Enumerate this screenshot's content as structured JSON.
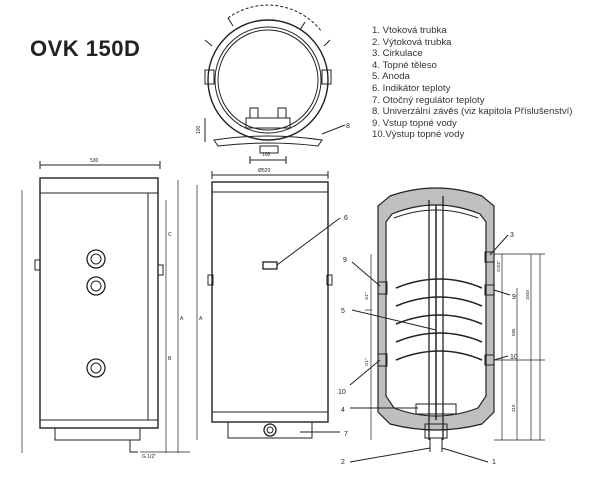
{
  "title": "OVK 150D",
  "legend": [
    "1.  Vtoková trubka",
    "2.  Výtoková trubka",
    "3.  Cirkulace",
    "4.  Topné těleso",
    "5.  Anoda",
    "6.  Indikátor teploty",
    "7.  Otočný regulátor teploty",
    "8.  Univerzální závěs (viz kapitola Příslušenství)",
    "9.  Vstup topné vody",
    "10.Výstup topné vody"
  ],
  "dimensions": {
    "top_depth": "100",
    "top_width": "100",
    "side_width": "530",
    "front_diameter": "Ø520",
    "side_left_letter_c": "C",
    "side_left_letter_b": "B",
    "side_left_letter_a": "A",
    "front_left_letter": "A",
    "pipe_thread": "G 1/2\"",
    "thread_upper": "G1\"",
    "thread_lower": "G1\"",
    "thread_circ": "G3/4\"",
    "right_dim_top": "1045",
    "right_dim_mid": "585",
    "right_dim_bot": "310"
  },
  "callouts": {
    "c1": "1",
    "c2": "2",
    "c3": "3",
    "c4": "4",
    "c5": "5",
    "c6": "6",
    "c7": "7",
    "c8": "8",
    "c9": "9",
    "c10": "10",
    "c9r": "9",
    "c10r": "10"
  },
  "colors": {
    "line": "#222222",
    "insulation": "#bfbfbf"
  }
}
